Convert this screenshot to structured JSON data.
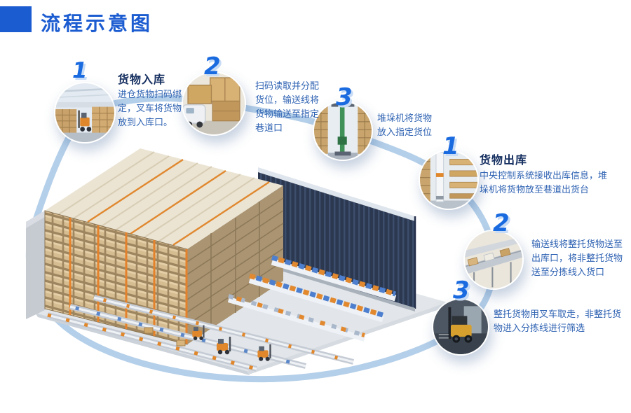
{
  "title": "流程示意图",
  "inbound": {
    "label": "货物入库",
    "steps": [
      {
        "num": "1",
        "text": "进仓货物扫码绑定，叉车将货物放到入库口。",
        "photo": "forklift-putaway-photo"
      },
      {
        "num": "2",
        "text": "扫码读取并分配货位，输送线将货物输送至指定巷道口",
        "photo": "scanning-conveyor-photo"
      },
      {
        "num": "3",
        "text": "堆垛机将货物放入指定货位",
        "photo": "stacker-crane-photo"
      }
    ]
  },
  "outbound": {
    "label": "货物出库",
    "steps": [
      {
        "num": "1",
        "text": "中央控制系统接收出库信息，堆垛机将货物放至巷道出货台",
        "photo": "outbound-crane-photo"
      },
      {
        "num": "2",
        "text": "输送线将整托货物送至出库口，将非整托货物送至分拣线入货口",
        "photo": "outbound-conveyor-photo"
      },
      {
        "num": "3",
        "text": "整托货物用叉车取走，非整托货物进入分拣线进行筛选",
        "photo": "forklift-pickup-photo"
      }
    ]
  },
  "colors": {
    "accent_blue": "#1c5cd1",
    "number_blue": "#1a6ae0",
    "number_shadow": "#c8dcf5",
    "body_text_blue": "#2d61b2",
    "heading_navy": "#152f60",
    "flow_ring": "#b4cfe9",
    "rack_beige": "#d6bc91",
    "wall_navy": "#2b3850",
    "machine_orange": "#e0872b"
  }
}
